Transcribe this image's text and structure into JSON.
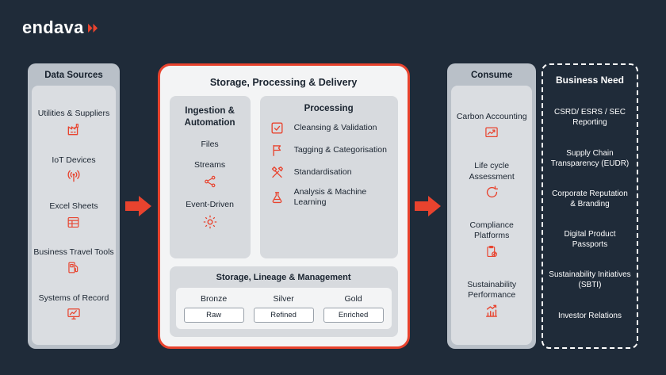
{
  "colors": {
    "accent": "#e8432e",
    "background": "#1f2b39",
    "panel_gray": "#b9c0c8",
    "panel_light": "#dadde1"
  },
  "brand": {
    "logo_text": "endava"
  },
  "flow": {
    "data_sources": {
      "title": "Data Sources",
      "items": [
        {
          "label": "Utilities & Suppliers",
          "icon": "factory-icon"
        },
        {
          "label": "IoT Devices",
          "icon": "antenna-icon"
        },
        {
          "label": "Excel Sheets",
          "icon": "spreadsheet-icon"
        },
        {
          "label": "Business Travel Tools",
          "icon": "fuel-pump-icon"
        },
        {
          "label": "Systems of Record",
          "icon": "monitor-chart-icon"
        }
      ]
    },
    "storage_processing": {
      "title": "Storage, Processing & Delivery",
      "ingestion": {
        "title": "Ingestion & Automation",
        "items": [
          {
            "label": "Files",
            "icon": ""
          },
          {
            "label": "Streams",
            "icon": "share-nodes-icon"
          },
          {
            "label": "Event-Driven",
            "icon": "gear-icon"
          }
        ]
      },
      "processing": {
        "title": "Processing",
        "items": [
          {
            "label": "Cleansing & Validation",
            "icon": "checkbox-icon"
          },
          {
            "label": "Tagging & Categorisation",
            "icon": "flag-icon"
          },
          {
            "label": "Standardisation",
            "icon": "tools-icon"
          },
          {
            "label": "Analysis & Machine Learning",
            "icon": "flask-icon"
          }
        ]
      },
      "lineage": {
        "title": "Storage, Lineage & Management",
        "tiers": [
          {
            "name": "Bronze",
            "value": "Raw"
          },
          {
            "name": "Silver",
            "value": "Refined"
          },
          {
            "name": "Gold",
            "value": "Enriched"
          }
        ]
      }
    },
    "consume": {
      "title": "Consume",
      "items": [
        {
          "label": "Carbon Accounting",
          "icon": "line-chart-icon"
        },
        {
          "label": "Life cycle Assessment",
          "icon": "lifecycle-icon"
        },
        {
          "label": "Compliance Platforms",
          "icon": "clipboard-check-icon"
        },
        {
          "label": "Sustainability Performance",
          "icon": "bar-chart-icon"
        }
      ]
    },
    "business_need": {
      "title": "Business Need",
      "items": [
        "CSRD/ ESRS / SEC Reporting",
        "Supply Chain Transparency (EUDR)",
        "Corporate Reputation & Branding",
        "Digital Product Passports",
        "Sustainability Initiatives (SBTI)",
        "Investor Relations"
      ]
    }
  }
}
